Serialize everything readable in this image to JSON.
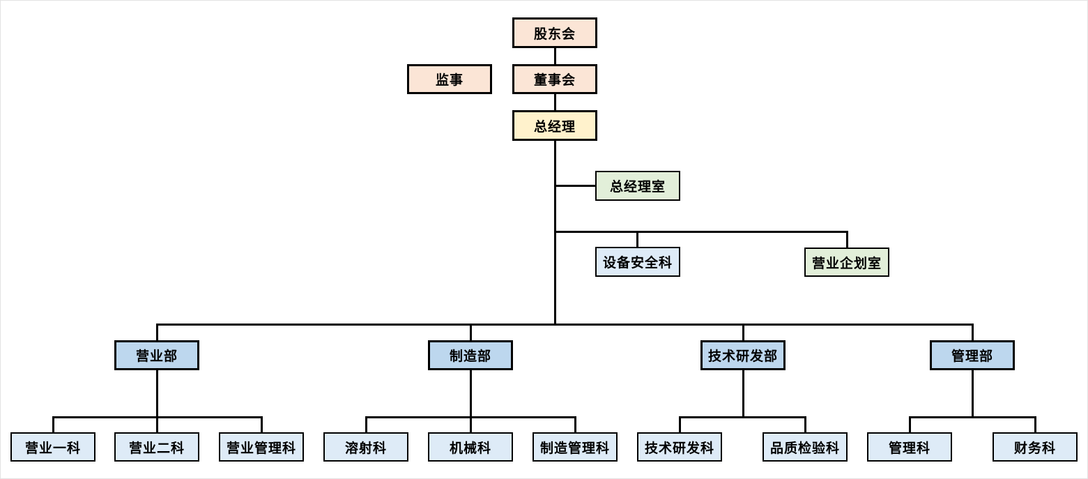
{
  "diagram": {
    "type": "org-chart",
    "background": "#ffffff",
    "line_color": "#000000",
    "palette": {
      "peach": "#fbe5d6",
      "yellow": "#fff2cc",
      "green": "#e2efd9",
      "blue": "#bdd7ee",
      "light_blue": "#deebf7"
    },
    "nodes": [
      {
        "id": "shareholders-meeting",
        "label": "股东会",
        "color": "peach",
        "parent": null
      },
      {
        "id": "supervisor",
        "label": "监事",
        "color": "peach",
        "parent": null
      },
      {
        "id": "board-of-directors",
        "label": "董事会",
        "color": "peach",
        "parent": "shareholders-meeting"
      },
      {
        "id": "general-manager",
        "label": "总经理",
        "color": "yellow",
        "parent": "board-of-directors"
      },
      {
        "id": "general-manager-office",
        "label": "总经理室",
        "color": "green",
        "parent": "general-manager"
      },
      {
        "id": "equipment-safety-section",
        "label": "设备安全科",
        "color": "light_blue",
        "parent": "general-manager"
      },
      {
        "id": "business-planning-office",
        "label": "营业企划室",
        "color": "green",
        "parent": "general-manager"
      },
      {
        "id": "sales-dept",
        "label": "营业部",
        "color": "blue",
        "parent": "general-manager"
      },
      {
        "id": "manufacturing-dept",
        "label": "制造部",
        "color": "blue",
        "parent": "general-manager"
      },
      {
        "id": "tech-rd-dept",
        "label": "技术研发部",
        "color": "blue",
        "parent": "general-manager"
      },
      {
        "id": "management-dept",
        "label": "管理部",
        "color": "blue",
        "parent": "general-manager"
      },
      {
        "id": "sales-section-1",
        "label": "营业一科",
        "color": "light_blue",
        "parent": "sales-dept"
      },
      {
        "id": "sales-section-2",
        "label": "营业二科",
        "color": "light_blue",
        "parent": "sales-dept"
      },
      {
        "id": "sales-management-section",
        "label": "营业管理科",
        "color": "light_blue",
        "parent": "sales-dept"
      },
      {
        "id": "thermal-spray-section",
        "label": "溶射科",
        "color": "light_blue",
        "parent": "manufacturing-dept"
      },
      {
        "id": "machinery-section",
        "label": "机械科",
        "color": "light_blue",
        "parent": "manufacturing-dept"
      },
      {
        "id": "manufacturing-management-section",
        "label": "制造管理科",
        "color": "light_blue",
        "parent": "manufacturing-dept"
      },
      {
        "id": "tech-rd-section",
        "label": "技术研发科",
        "color": "light_blue",
        "parent": "tech-rd-dept"
      },
      {
        "id": "quality-inspection-section",
        "label": "品质检验科",
        "color": "light_blue",
        "parent": "tech-rd-dept"
      },
      {
        "id": "management-section",
        "label": "管理科",
        "color": "light_blue",
        "parent": "management-dept"
      },
      {
        "id": "finance-section",
        "label": "财务科",
        "color": "light_blue",
        "parent": "management-dept"
      }
    ]
  }
}
